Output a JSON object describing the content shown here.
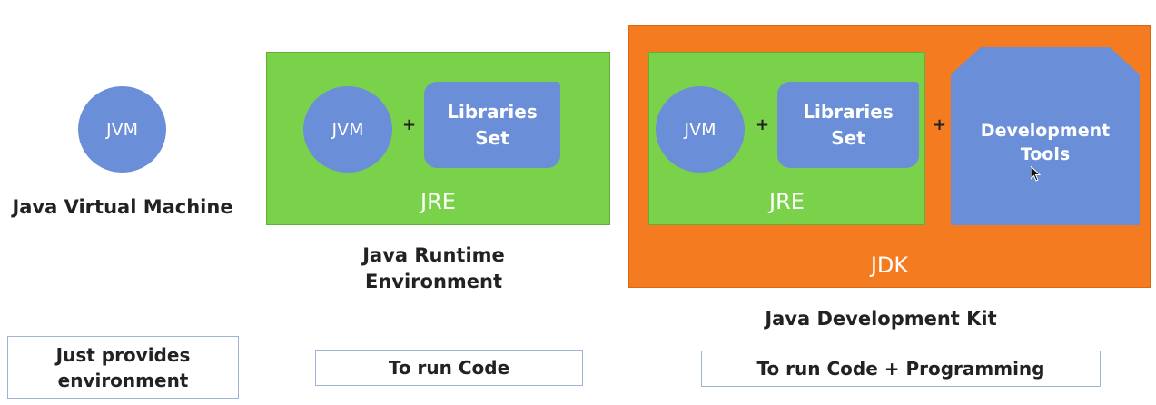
{
  "jvm_section": {
    "circle_label": "JVM",
    "caption": "Java Virtual Machine",
    "note": "Just provides\nenvironment"
  },
  "jre_section": {
    "jvm_label": "JVM",
    "plus": "+",
    "libraries_label": "Libraries\nSet",
    "box_label": "JRE",
    "caption": "Java Runtime\nEnvironment",
    "note": "To run Code"
  },
  "jdk_section": {
    "jvm_label": "JVM",
    "plus1": "+",
    "libraries_label": "Libraries\nSet",
    "jre_label": "JRE",
    "plus2": "+",
    "tools_label": "Development\nTools",
    "box_label": "JDK",
    "caption": "Java Development Kit",
    "note": "To run Code + Programming"
  },
  "colors": {
    "blue": "#6a8fd8",
    "green": "#79d249",
    "orange": "#f47b20"
  }
}
